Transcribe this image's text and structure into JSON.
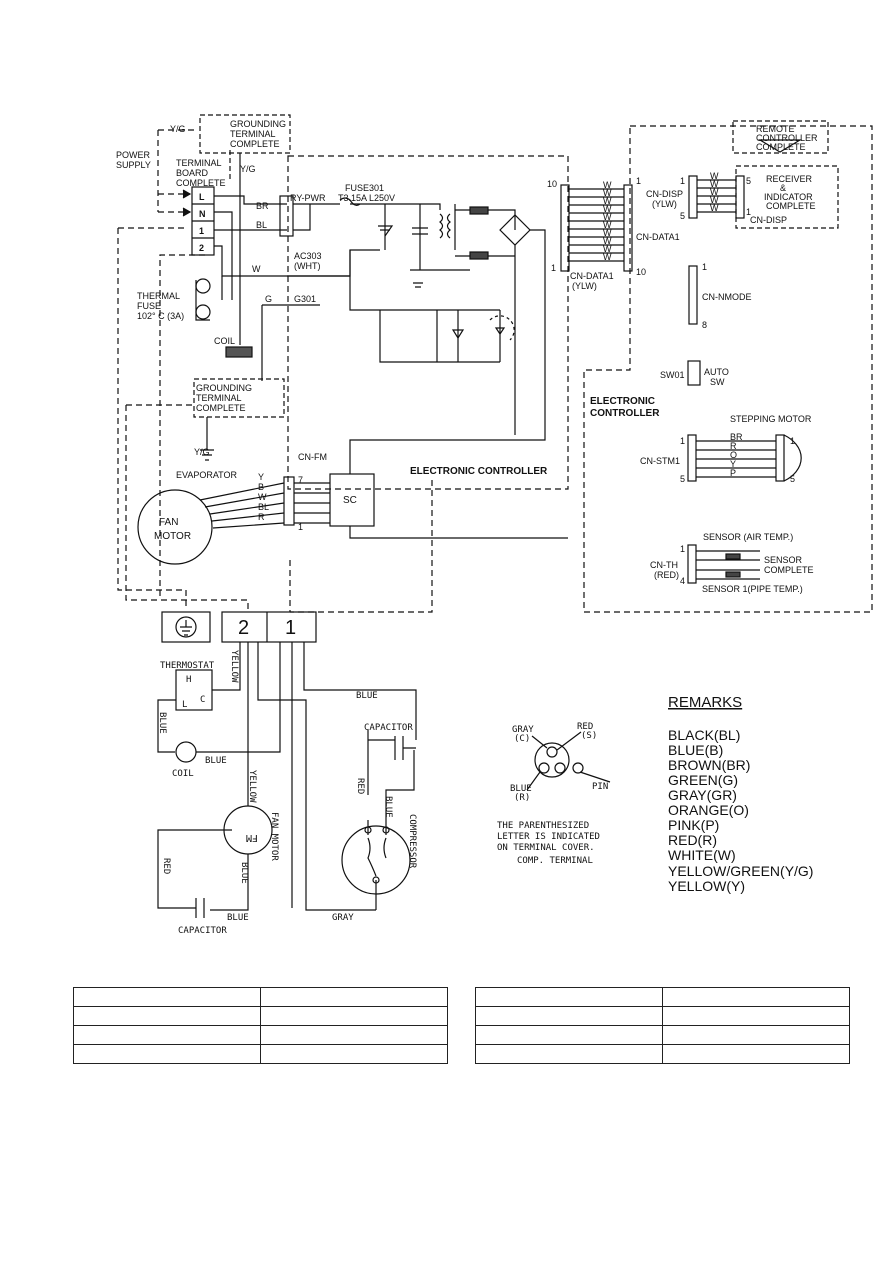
{
  "labels": {
    "power_supply": [
      "POWER",
      "SUPPLY"
    ],
    "yg": "Y/G",
    "grounding_terminal_top": [
      "GROUNDING",
      "TERMINAL",
      "COMPLETE"
    ],
    "terminal_board": [
      "TERMINAL",
      "BOARD",
      "COMPLETE"
    ],
    "terminals": [
      "L",
      "N",
      "1",
      "2"
    ],
    "thermal_fuse": [
      "THERMAL",
      "FUSE",
      "102° C (3A)"
    ],
    "coil": "COIL",
    "grounding_terminal_bottom": [
      "GROUNDING",
      "TERMINAL",
      "COMPLETE"
    ],
    "br": "BR",
    "bl": "BL",
    "w": "W",
    "g": "G",
    "ry_pwr": "RY-PWR",
    "fuse": [
      "FUSE301",
      "T3.15A L250V"
    ],
    "ac303": [
      "AC303",
      "(WHT)"
    ],
    "g301": "G301",
    "cn_fm": "CN-FM",
    "evaporator": "EVAPORATOR",
    "fan_motor": [
      "FAN",
      "MOTOR"
    ],
    "fm_wires": [
      "Y",
      "B",
      "W",
      "BL",
      "R"
    ],
    "fm_pins": [
      "7",
      "1"
    ],
    "sc": "SC",
    "electronic_controller": "ELECTRONIC CONTROLLER",
    "electronic_controller_right": [
      "ELECTRONIC",
      "CONTROLLER"
    ],
    "cn_data1_pins": [
      "10",
      "1",
      "1",
      "10"
    ],
    "cn_data1": [
      "CN-DATA1",
      "(YLW)"
    ],
    "cn_data1_right": "CN-DATA1",
    "remote_controller": [
      "REMOTE",
      "CONTROLLER",
      "COMPLETE"
    ],
    "receiver": [
      "RECEIVER",
      "&",
      "INDICATOR",
      "COMPLETE"
    ],
    "cn_disp": [
      "CN-DISP",
      "(YLW)"
    ],
    "cn_disp_right": "CN-DISP",
    "disp_pins": [
      "1",
      "5",
      "5",
      "1"
    ],
    "cn_nmode": "CN-NMODE",
    "nmode_pins": [
      "1",
      "8"
    ],
    "sw01": "SW01",
    "auto_sw": [
      "AUTO",
      "SW"
    ],
    "stepping_motor": "STEPPING MOTOR",
    "cn_stm1": "CN-STM1",
    "stm_wires": [
      "BR",
      "R",
      "O",
      "Y",
      "P"
    ],
    "stm_pins": [
      "1",
      "5",
      "1",
      "5"
    ],
    "sensor_air": "SENSOR (AIR TEMP.)",
    "sensor_complete": [
      "SENSOR",
      "COMPLETE"
    ],
    "cn_th": [
      "CN-TH",
      "(RED)"
    ],
    "th_pins": [
      "1",
      "4"
    ],
    "sensor_pipe": "SENSOR 1(PIPE TEMP.)",
    "outdoor_terminals": [
      "2",
      "1"
    ],
    "thermostat": "THERMOSTAT",
    "thermostat_pins": [
      "H",
      "C",
      "L"
    ],
    "yellow": "YELLOW",
    "blue": "BLUE",
    "red": "RED",
    "gray": "GRAY",
    "capacitor": "CAPACITOR",
    "fan_motor_out": "FAN MOTOR",
    "fm_symbol": "FM",
    "compressor": "COMPRESSOR",
    "comp_gray": [
      "GRAY",
      "(C)"
    ],
    "comp_red": [
      "RED",
      "(S)"
    ],
    "comp_blue": [
      "BLUE",
      "(R)"
    ],
    "comp_pin": "PIN",
    "comp_note": [
      "THE PARENTHESIZED",
      "LETTER IS INDICATED",
      "ON TERMINAL COVER.",
      "COMP. TERMINAL"
    ]
  },
  "remarks": {
    "title": "REMARKS",
    "items": [
      "BLACK(BL)",
      "BLUE(B)",
      "BROWN(BR)",
      "GREEN(G)",
      "GRAY(GR)",
      "ORANGE(O)",
      "PINK(P)",
      "RED(R)",
      "WHITE(W)",
      "YELLOW/GREEN(Y/G)",
      "YELLOW(Y)"
    ]
  },
  "tables": {
    "left": [
      [
        "",
        ""
      ],
      [
        "",
        ""
      ],
      [
        "",
        ""
      ],
      [
        "",
        ""
      ]
    ],
    "right": [
      [
        "",
        ""
      ],
      [
        "",
        ""
      ],
      [
        "",
        ""
      ],
      [
        "",
        ""
      ]
    ]
  }
}
